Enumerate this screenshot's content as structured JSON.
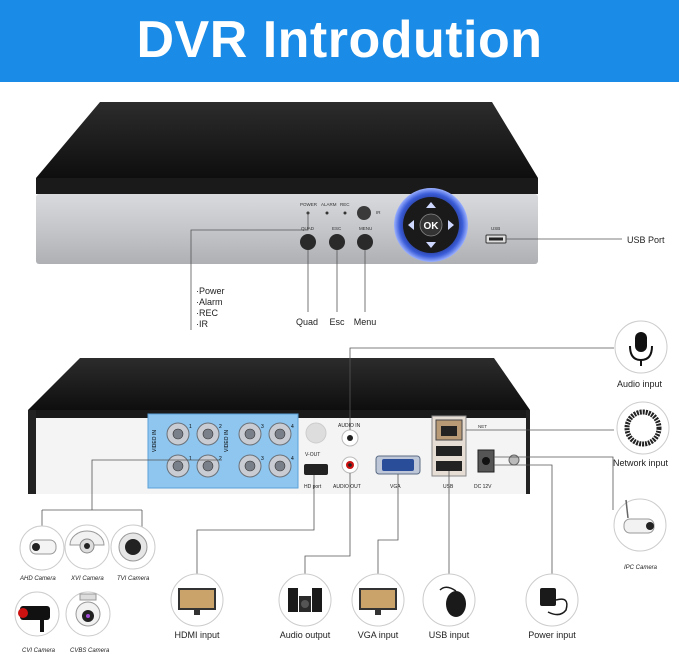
{
  "banner": {
    "title": "DVR Introdution",
    "color": "#1a8be6"
  },
  "front": {
    "indicators": [
      "·Power",
      "·Alarm",
      "·REC",
      "·IR"
    ],
    "led_labels": [
      "POWER",
      "ALARM",
      "REC",
      "IR"
    ],
    "buttons": [
      {
        "label": "Quad",
        "panel": "QUAD"
      },
      {
        "label": "Esc",
        "panel": "ESC"
      },
      {
        "label": "Menu",
        "panel": "MENU"
      }
    ],
    "ok_label": "OK",
    "usb_panel": "USB",
    "usb_port_label": "USB Port"
  },
  "rear": {
    "panel_labels": {
      "video_in_1": "VIDEO IN",
      "video_in_2": "VIDEO IN",
      "audio_in": "AUDIO IN",
      "v_out": "V-OUT",
      "hd_port": "HD port",
      "audio_out": "AUDIO OUT",
      "vga": "VGA",
      "usb": "USB",
      "net": "NET",
      "dc": "DC 12V"
    },
    "bnc_numbers": [
      "1",
      "2",
      "3",
      "4",
      "1",
      "2",
      "3",
      "4"
    ]
  },
  "cameras": [
    "AHD Camera",
    "XVI Camera",
    "TVI Camera",
    "CVI Camera",
    "CVBS Camera",
    "IPC Camera"
  ],
  "connections": [
    {
      "label": "HDMI input",
      "icon": "monitor-icon"
    },
    {
      "label": "Audio output",
      "icon": "speaker-icon"
    },
    {
      "label": "VGA input",
      "icon": "monitor-icon"
    },
    {
      "label": "USB input",
      "icon": "mouse-icon"
    },
    {
      "label": "Power input",
      "icon": "power-adapter-icon"
    }
  ],
  "side_labels": {
    "audio_input": "Audio input",
    "network_input": "Network input"
  }
}
